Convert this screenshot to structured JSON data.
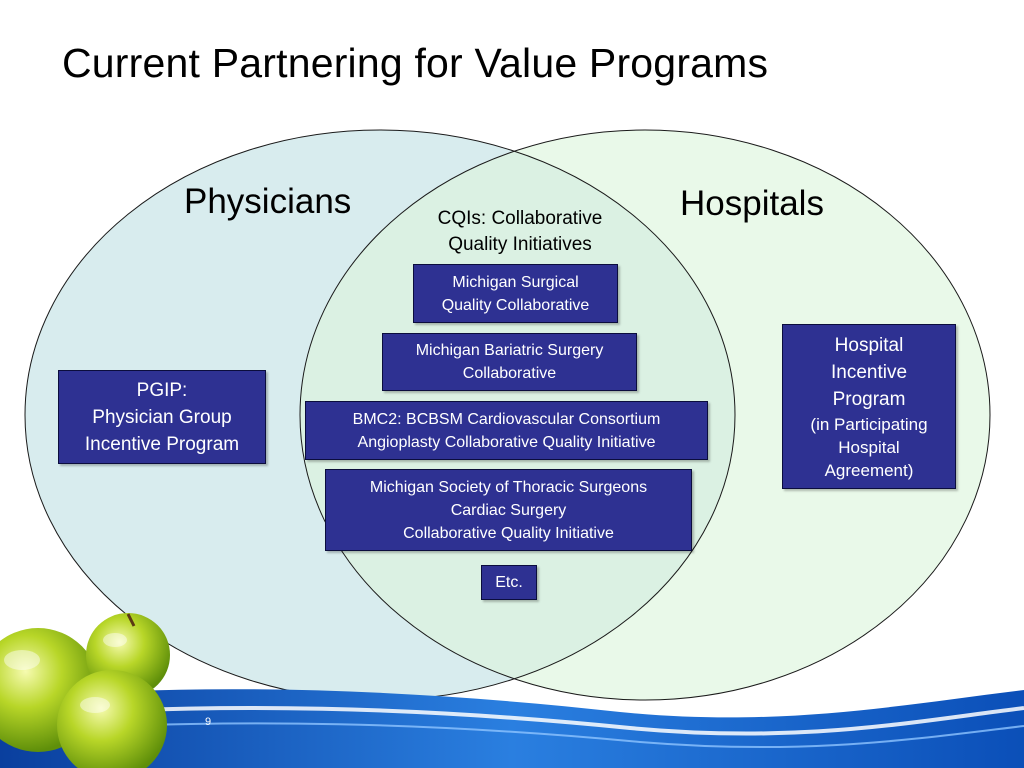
{
  "slide": {
    "title": "Current Partnering for Value Programs",
    "page_number": "9"
  },
  "venn": {
    "left_label": "Physicians",
    "right_label": "Hospitals",
    "overlap_label_line1": "CQIs: Collaborative",
    "overlap_label_line2": "Quality Initiatives"
  },
  "boxes": {
    "pgip": [
      "PGIP:",
      "Physician Group",
      "Incentive Program"
    ],
    "msqc": [
      "Michigan Surgical",
      "Quality Collaborative"
    ],
    "mbsc": [
      "Michigan Bariatric Surgery",
      "Collaborative"
    ],
    "bmc2": [
      "BMC2: BCBSM Cardiovascular Consortium",
      "Angioplasty Collaborative Quality Initiative"
    ],
    "msts": [
      "Michigan Society of Thoracic Surgeons",
      "Cardiac Surgery",
      "Collaborative Quality Initiative"
    ],
    "etc": [
      "Etc."
    ],
    "hip": [
      "Hospital",
      "Incentive",
      "Program",
      "(in Participating",
      "Hospital",
      "Agreement)"
    ]
  },
  "colors": {
    "left_circle_fill": "#d8ecee",
    "right_circle_fill": "#e9f9e9",
    "overlap_fill": "#dbf1e3",
    "box_fill": "#2e3192",
    "wave_blue": "#1f6fd6"
  },
  "icons": [
    "green-apple-icon"
  ]
}
